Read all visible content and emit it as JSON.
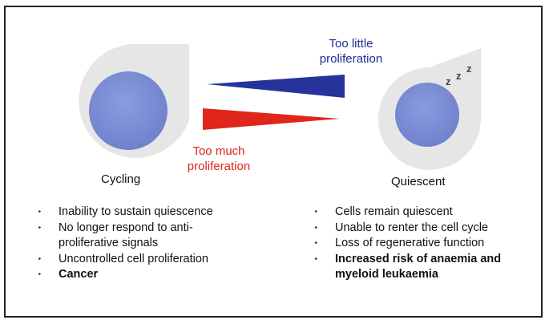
{
  "labels": {
    "too_little": "Too little proliferation",
    "too_much": "Too much proliferation",
    "cycling": "Cycling",
    "quiescent": "Quiescent",
    "sleep_z": "z"
  },
  "colors": {
    "cell_nucleus": "#7b8fd6",
    "cell_body": "#e6e6e6",
    "too_little": "#26339b",
    "too_much": "#e0251b"
  },
  "left_list": [
    {
      "text": "Inability to sustain quiescence",
      "bold": false
    },
    {
      "text": "No longer respond to anti-proliferative signals",
      "bold": false
    },
    {
      "text": "Uncontrolled cell proliferation",
      "bold": false
    },
    {
      "text": "Cancer",
      "bold": true
    }
  ],
  "right_list": [
    {
      "text": "Cells remain quiescent",
      "bold": false
    },
    {
      "text": "Unable to renter the cell cycle",
      "bold": false
    },
    {
      "text": "Loss of regenerative function",
      "bold": false
    },
    {
      "text": "Increased risk of anaemia and myeloid leukaemia",
      "bold": true
    }
  ],
  "bullet_marker": "‣"
}
